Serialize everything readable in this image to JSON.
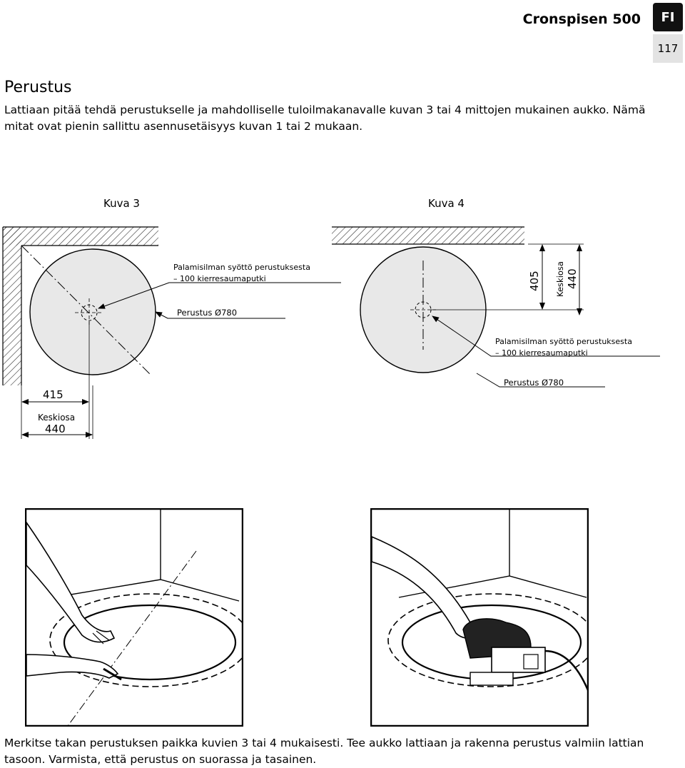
{
  "header": {
    "title": "Cronspisen 500",
    "lang": "FI",
    "page_number": "117"
  },
  "section": {
    "title": "Perustus",
    "intro": "Lattiaan pitää tehdä perustukselle ja mahdolliselle tuloilmakanavalle kuvan 3 tai 4 mittojen mukainen aukko. Nämä mitat ovat pienin sallittu asennusetäisyys kuvan 1 tai 2 mukaan."
  },
  "figure3": {
    "title": "Kuva 3",
    "air_label_line1": "Palamisilman syöttö perustuksesta",
    "air_label_line2": "– 100 kierresaumaputki",
    "base_label": "Perustus Ø780",
    "dim_short": "415",
    "center_label": "Keskiosa",
    "dim_long": "440"
  },
  "figure4": {
    "title": "Kuva 4",
    "air_label_line1": "Palamisilman syöttö perustuksesta",
    "air_label_line2": "– 100 kierresaumaputki",
    "base_label": "Perustus Ø780",
    "dim_short": "405",
    "center_label": "Keskiosa",
    "dim_long": "440"
  },
  "caption": "Merkitse takan perustuksen paikka kuvien 3 tai 4 mukaisesti. Tee aukko lattiaan ja rakenna perustus valmiin lattian tasoon. Varmista, että perustus on suorassa ja tasainen."
}
